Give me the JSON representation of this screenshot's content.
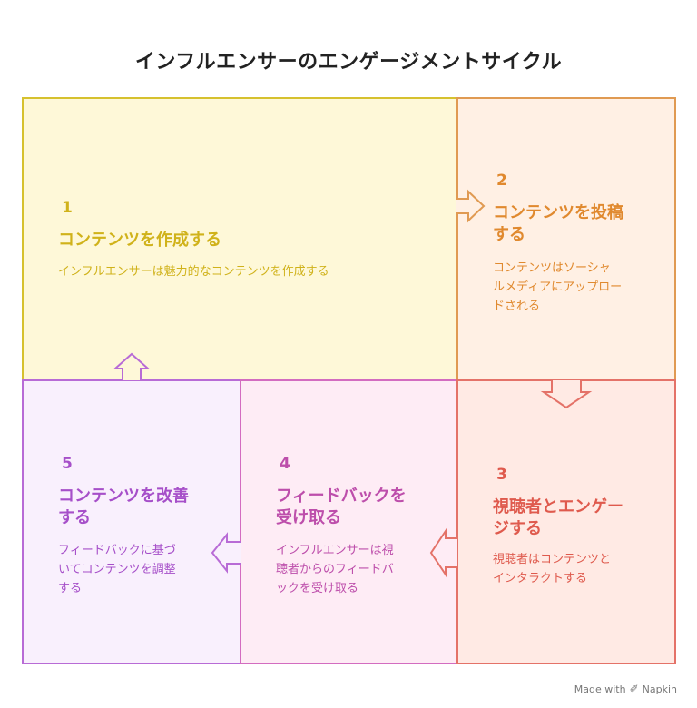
{
  "title": "インフルエンサーのエンゲージメントサイクル",
  "colors": {
    "step1": {
      "fill": "#fef8d8",
      "border": "#d6c12e",
      "text": "#d0b21a"
    },
    "step2": {
      "fill": "#fff0e4",
      "border": "#e09a52",
      "text": "#e0892e"
    },
    "step3": {
      "fill": "#ffeae4",
      "border": "#e47268",
      "text": "#df5a4d"
    },
    "step4": {
      "fill": "#feecf5",
      "border": "#d36cc0",
      "text": "#bd4eab"
    },
    "step5": {
      "fill": "#f9f0fd",
      "border": "#b86bd6",
      "text": "#a64fc9"
    }
  },
  "steps": [
    {
      "num": "1",
      "heading": [
        "コンテンツを作成する"
      ],
      "desc": [
        "インフルエンサーは魅力的なコンテンツを作成する"
      ]
    },
    {
      "num": "2",
      "heading": [
        "コンテンツを投稿",
        "する"
      ],
      "desc": [
        "コンテンツはソーシャ",
        "ルメディアにアップロー",
        "ドされる"
      ]
    },
    {
      "num": "3",
      "heading": [
        "視聴者とエンゲー",
        "ジする"
      ],
      "desc": [
        "視聴者はコンテンツと",
        "インタラクトする"
      ]
    },
    {
      "num": "4",
      "heading": [
        "フィードバックを",
        "受け取る"
      ],
      "desc": [
        "インフルエンサーは視",
        "聴者からのフィードバ",
        "ックを受け取る"
      ]
    },
    {
      "num": "5",
      "heading": [
        "コンテンツを改善",
        "する"
      ],
      "desc": [
        "フィードバックに基づ",
        "いてコンテンツを調整",
        "する"
      ]
    }
  ],
  "footer": {
    "made_with": "Made with",
    "brand": "Napkin"
  }
}
